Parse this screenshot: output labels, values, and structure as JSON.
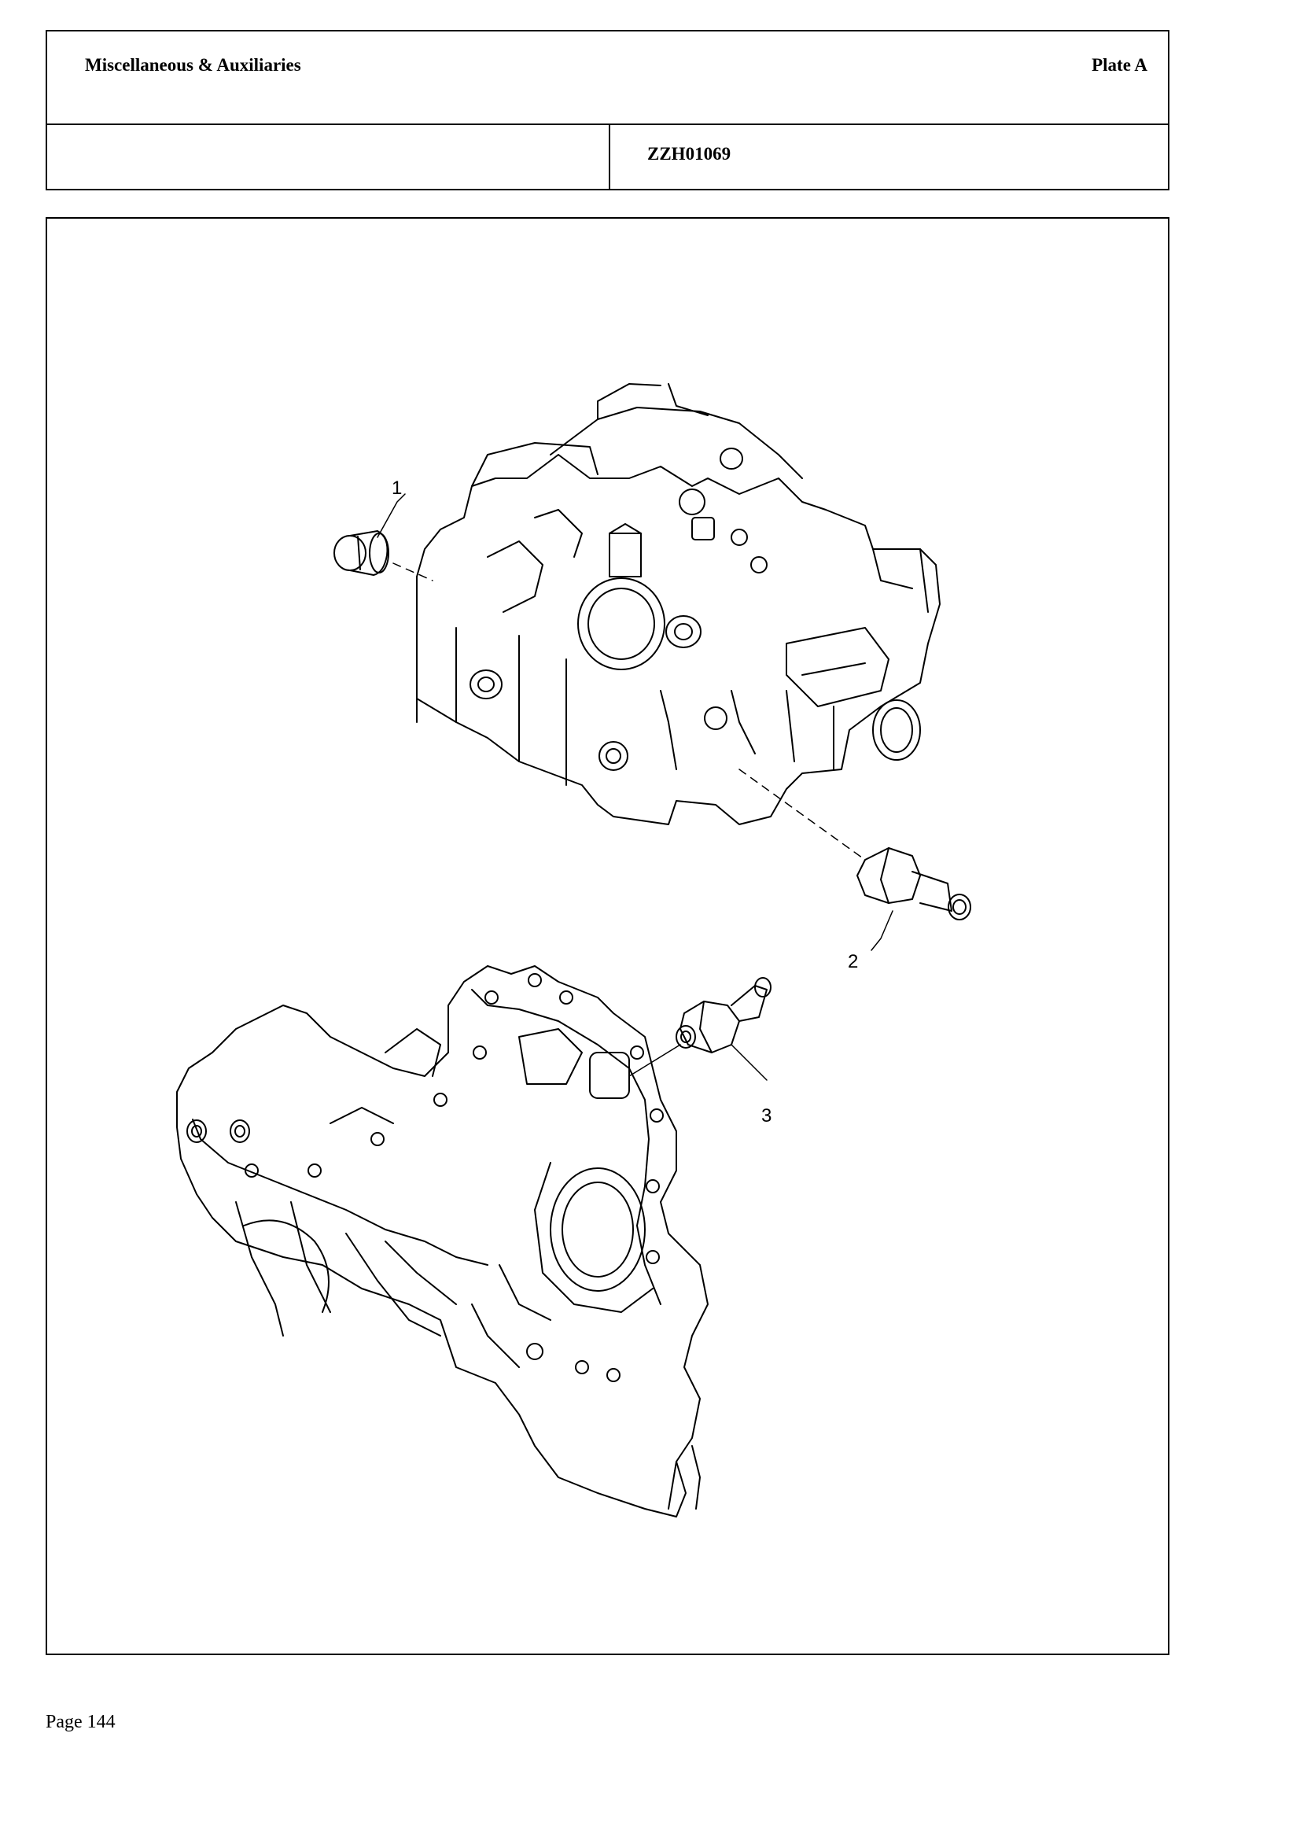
{
  "header": {
    "section_title": "Miscellaneous & Auxiliaries",
    "plate": "Plate A",
    "reference_code": "ZZH01069"
  },
  "figure": {
    "callouts": [
      "1",
      "2",
      "3"
    ]
  },
  "footer": {
    "page": "Page 144"
  }
}
